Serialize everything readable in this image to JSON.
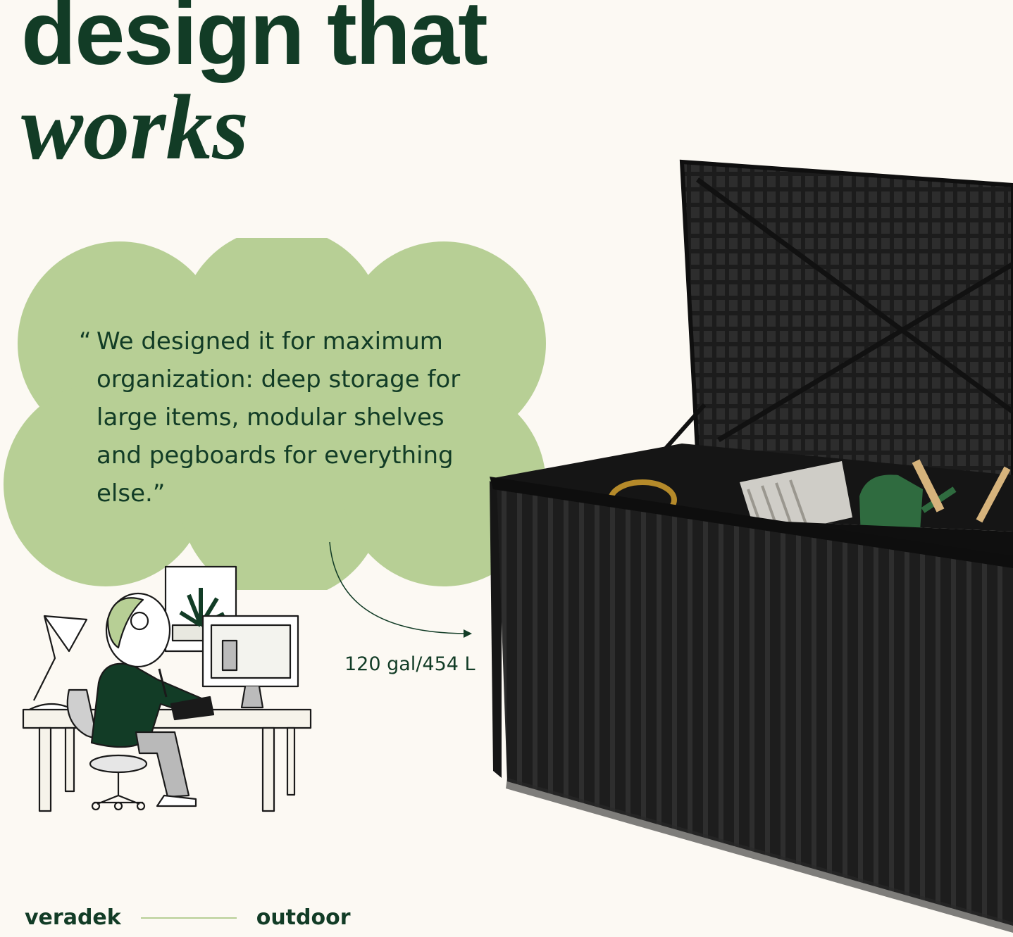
{
  "headline": {
    "line1": "design that",
    "line2": "works"
  },
  "quote": {
    "open_mark": "“",
    "text": "We designed it for maximum organization: deep storage for large items, modular shelves and pegboards for everything else.”"
  },
  "callout": {
    "volume": "120 gal/454 L"
  },
  "footer": {
    "left": "veradek",
    "right": "outdoor"
  },
  "colors": {
    "brand": "#123c26",
    "cloud": "#b7cf95",
    "background": "#fcf9f3",
    "product": "#1f1f1f"
  },
  "icons": {
    "illustration": "person-at-desk-illustration",
    "product": "storage-deck-box-image"
  }
}
